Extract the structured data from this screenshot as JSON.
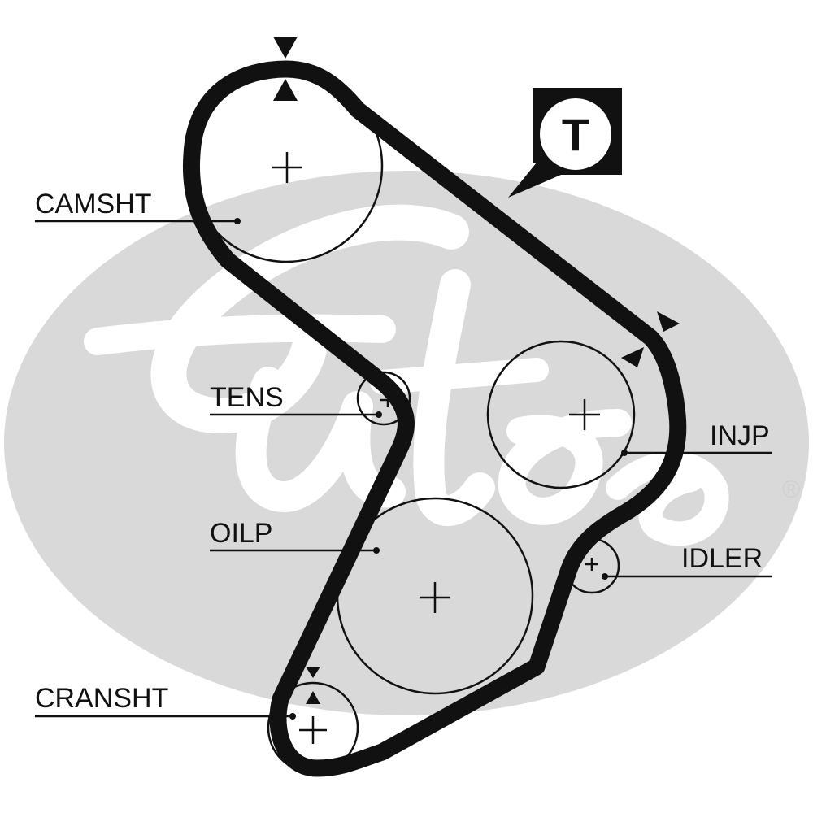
{
  "watermark": {
    "brand": "Gates",
    "registered_mark": "®",
    "color": "#d9d9d9"
  },
  "belt": {
    "color": "#111111"
  },
  "tension_badge": {
    "letter": "T"
  },
  "labels": {
    "camshaft": "CAMSHT",
    "tensioner": "TENS",
    "injection_pump": "INJP",
    "oil_pump": "OILP",
    "idler": "IDLER",
    "crankshaft": "CRANSHT"
  }
}
